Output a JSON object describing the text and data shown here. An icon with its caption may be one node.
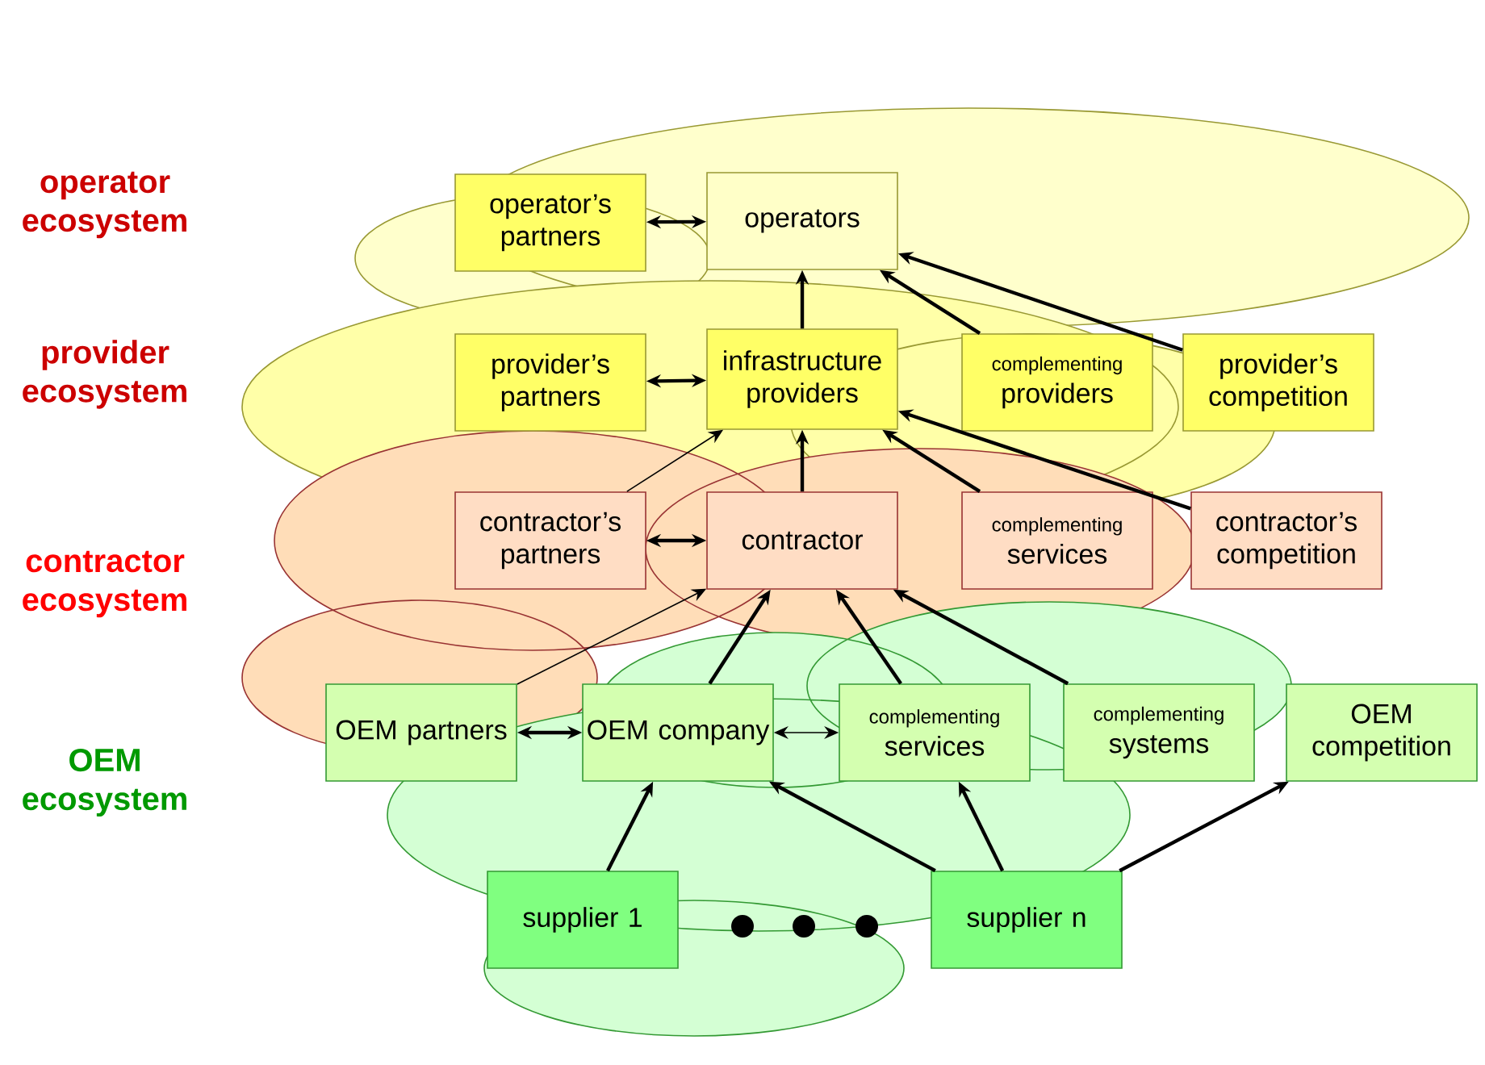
{
  "diagram": {
    "nodes": [
      {
        "text": [
          "operator’s partners"
        ]
      },
      {
        "text": [
          "operators"
        ]
      },
      {
        "text": [
          "provider’s partners"
        ]
      },
      {
        "text": [
          "infrastructure providers"
        ]
      },
      {
        "text": [
          "complementing",
          "providers"
        ]
      },
      {
        "text": [
          "provider’s competition"
        ]
      },
      {
        "text": [
          "contractor’s partners"
        ]
      },
      {
        "text": [
          "contractor"
        ]
      },
      {
        "text": [
          "complementing",
          "services"
        ]
      },
      {
        "text": [
          "contractor’s competition"
        ]
      },
      {
        "text": [
          "OEM partners"
        ]
      },
      {
        "text": [
          "OEM company"
        ]
      },
      {
        "text": [
          "complementing",
          "services"
        ]
      },
      {
        "text": [
          "complementing",
          "systems"
        ]
      },
      {
        "text": [
          "OEM competition"
        ]
      },
      {
        "text": [
          "supplier 1"
        ]
      },
      {
        "text": [
          "supplier n"
        ]
      }
    ],
    "edges": [
      {
        "from": 0,
        "to": 1,
        "arrow": "both"
      },
      {
        "from": 2,
        "to": 3,
        "arrow": "both"
      },
      {
        "from": 3,
        "to": 1,
        "arrow": "to"
      },
      {
        "from": 4,
        "to": 1,
        "arrow": "to"
      },
      {
        "from": 5,
        "to": 1,
        "arrow": "to"
      },
      {
        "from": 6,
        "to": 3,
        "arrow": "to"
      },
      {
        "from": 7,
        "to": 3,
        "arrow": "to"
      },
      {
        "from": 8,
        "to": 3,
        "arrow": "to"
      },
      {
        "from": 9,
        "to": 3,
        "arrow": "to"
      },
      {
        "from": 6,
        "to": 7,
        "arrow": "both"
      },
      {
        "from": 10,
        "to": 7,
        "arrow": "to"
      },
      {
        "from": 11,
        "to": 7,
        "arrow": "to"
      },
      {
        "from": 12,
        "to": 7,
        "arrow": "to"
      },
      {
        "from": 13,
        "to": 7,
        "arrow": "to"
      },
      {
        "from": 10,
        "to": 11,
        "arrow": "both"
      },
      {
        "from": 11,
        "to": 12,
        "arrow": "both"
      },
      {
        "from": 15,
        "to": 11,
        "arrow": "to"
      },
      {
        "from": 16,
        "to": 11,
        "arrow": "to"
      },
      {
        "from": 16,
        "to": 12,
        "arrow": "to"
      },
      {
        "from": 16,
        "to": 14,
        "arrow": "to"
      }
    ],
    "labels": [
      "operator ecosystem",
      "provider ecosystem",
      "contractor ecosystem",
      "OEM ecosystem"
    ]
  }
}
